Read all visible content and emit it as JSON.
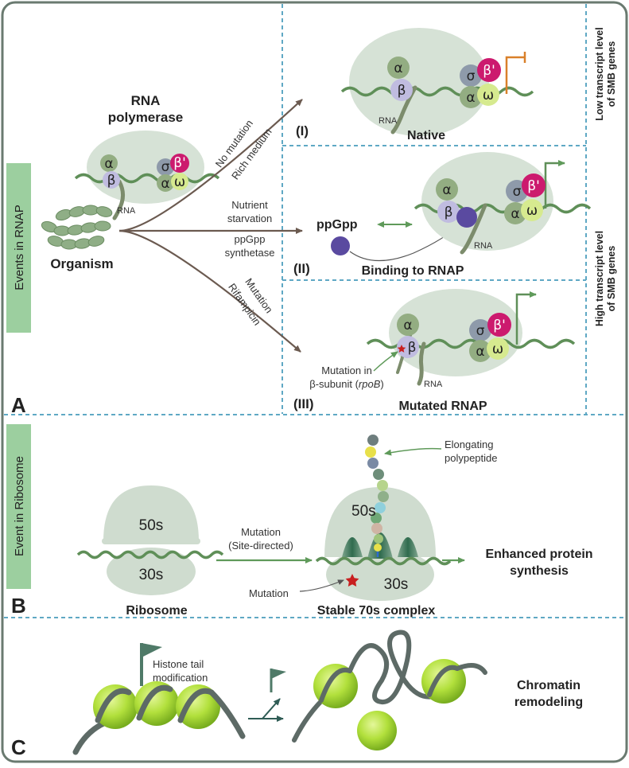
{
  "panels": {
    "a_letter": "A",
    "b_letter": "B",
    "c_letter": "C"
  },
  "side_labels": {
    "events_rnap": "Events in RNAP",
    "event_ribosome": "Event in Ribosome",
    "low_line1": "Low transcript level",
    "low_line2": "of SMB genes",
    "high_line1": "High transcript level",
    "high_line2": "of SMB genes"
  },
  "panel_a": {
    "rnap_title_line1": "RNA",
    "rnap_title_line2": "polymerase",
    "organism": "Organism",
    "rna": "RNA",
    "branch1_line1": "No mutation",
    "branch1_line2": "Rich medium",
    "branch2_line1": "Nutrient",
    "branch2_line2": "starvation",
    "branch2_line3": "ppGpp",
    "branch2_line4": "synthetase",
    "branch3_line1": "Mutation",
    "branch3_line2": "Rifampicin",
    "case1_roman": "(I)",
    "case1_title": "Native",
    "case2_roman": "(II)",
    "case2_title": "Binding to RNAP",
    "ppgpp": "ppGpp",
    "case3_roman": "(III)",
    "case3_title": "Mutated RNAP",
    "mutation_line1": "Mutation in",
    "mutation_line2_prefix": "β-subunit (",
    "mutation_line2_gene": "rpoB",
    "mutation_line2_suffix": ")",
    "subunits": {
      "alpha": "α",
      "beta": "β",
      "sigma": "σ",
      "beta_prime": "β'",
      "omega": "ω"
    }
  },
  "panel_b": {
    "large_subunit": "50s",
    "small_subunit": "30s",
    "ribosome": "Ribosome",
    "arrow_line1": "Mutation",
    "arrow_line2": "(Site-directed)",
    "mutation": "Mutation",
    "complex": "Stable 70s complex",
    "elongating_line1": "Elongating",
    "elongating_line2": "polypeptide",
    "enhanced_line1": "Enhanced protein",
    "enhanced_line2": "synthesis"
  },
  "panel_c": {
    "histone_line1": "Histone tail",
    "histone_line2": "modification",
    "chromatin_line1": "Chromatin",
    "chromatin_line2": "remodeling"
  },
  "colors": {
    "frame": "#6a7a70",
    "divider": "#5fa8c4",
    "side_tab": "#9ccf9f",
    "oval": "#d6e2d6",
    "alpha": "#93ad82",
    "beta": "#c0bce0",
    "sigma": "#8e9aaa",
    "beta_prime": "#cc1a6e",
    "omega": "#d6ea8f",
    "dna": "#5f8f58",
    "arrow": "#6b5a50",
    "ppgpp": "#5a4aa0",
    "nucleosome": "#a8dc3a"
  }
}
